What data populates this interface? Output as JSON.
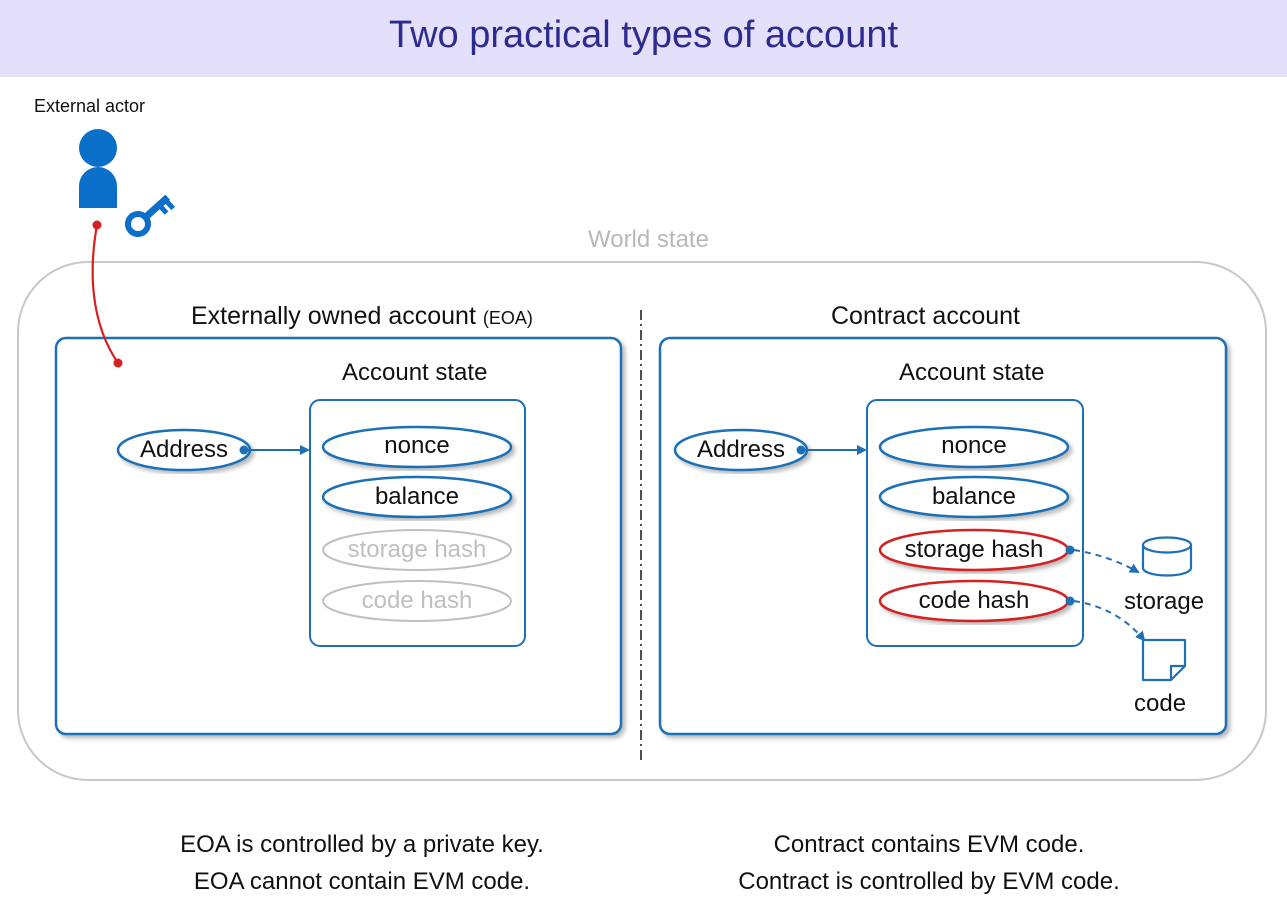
{
  "title": "Two practical types of account",
  "external_actor": {
    "label": "External actor",
    "icons": [
      "person-icon",
      "key-icon"
    ]
  },
  "world_state": {
    "label": "World state"
  },
  "eoa": {
    "heading": "Externally owned account",
    "heading_suffix": "(EOA)",
    "address": "Address",
    "account_state": {
      "label": "Account state",
      "fields": [
        {
          "label": "nonce",
          "state": "active"
        },
        {
          "label": "balance",
          "state": "active"
        },
        {
          "label": "storage hash",
          "state": "disabled"
        },
        {
          "label": "code hash",
          "state": "disabled"
        }
      ]
    },
    "notes": [
      "EOA is controlled by a private key.",
      "EOA cannot contain EVM code."
    ]
  },
  "contract": {
    "heading": "Contract account",
    "address": "Address",
    "account_state": {
      "label": "Account state",
      "fields": [
        {
          "label": "nonce",
          "state": "active"
        },
        {
          "label": "balance",
          "state": "active"
        },
        {
          "label": "storage hash",
          "state": "highlight"
        },
        {
          "label": "code hash",
          "state": "highlight"
        }
      ]
    },
    "storage_label": "storage",
    "code_label": "code",
    "icons": [
      "database-icon",
      "document-icon"
    ],
    "notes": [
      "Contract contains EVM code.",
      "Contract is controlled by EVM code."
    ]
  },
  "colors": {
    "title_bg": "#e4e0fb",
    "title_text": "#2d2b8f",
    "blue": "#1f6fb5",
    "red": "#d42020",
    "gray": "#bfbfbf",
    "world_border": "#c8c8c8",
    "world_label": "#b8b8b8"
  }
}
